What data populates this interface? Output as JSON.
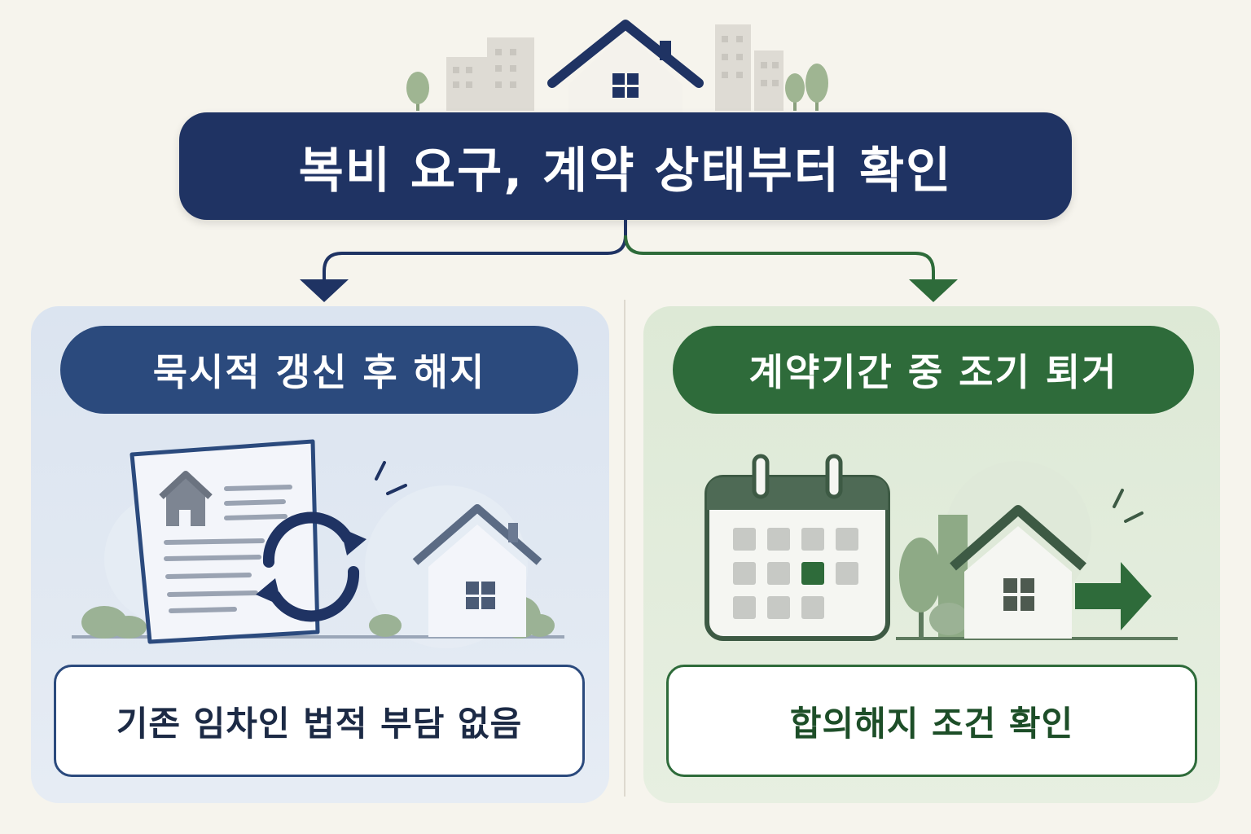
{
  "title": "복비 요구, 계약 상태부터 확인",
  "left": {
    "heading": "묵시적 갱신 후 해지",
    "caption": "기존 임차인 법적 부담 없음"
  },
  "right": {
    "heading": "계약기간 중 조기 퇴거",
    "caption": "합의해지 조건 확인"
  },
  "colors": {
    "navy": "#1f3363",
    "blue": "#2b4a7d",
    "green": "#2e6b3a"
  }
}
